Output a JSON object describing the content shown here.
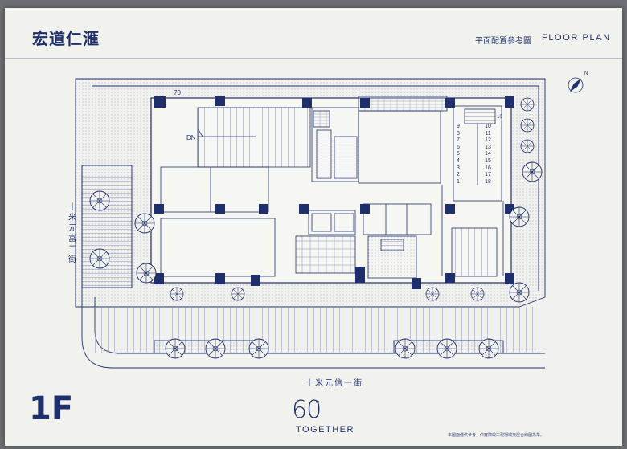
{
  "header": {
    "brand": "宏道仁滙",
    "title_cn": "平面配置參考圖",
    "title_en": "FLOOR PLAN"
  },
  "floor_label": "1F",
  "streets": {
    "bottom": "十米元信一街",
    "left": "十米元富二街"
  },
  "plan_labels": {
    "stair_dn": "DN",
    "unit_70": "70",
    "car_label": "10"
  },
  "parking_left": [
    "9",
    "8",
    "7",
    "6",
    "5",
    "4",
    "3",
    "2",
    "1"
  ],
  "parking_right": [
    "10",
    "11",
    "12",
    "13",
    "14",
    "15",
    "16",
    "17",
    "18"
  ],
  "logo": {
    "number": "60",
    "superscript": "th",
    "word": "TOGETHER"
  },
  "disclaimer": "本圖面僅供參考，依實際竣工現場或交屋合約圖為準。",
  "compass": {
    "north": "N"
  },
  "colors": {
    "ink": "#1f2f6b",
    "paper": "#f1f1ee",
    "hatch": "#7d86ad"
  }
}
